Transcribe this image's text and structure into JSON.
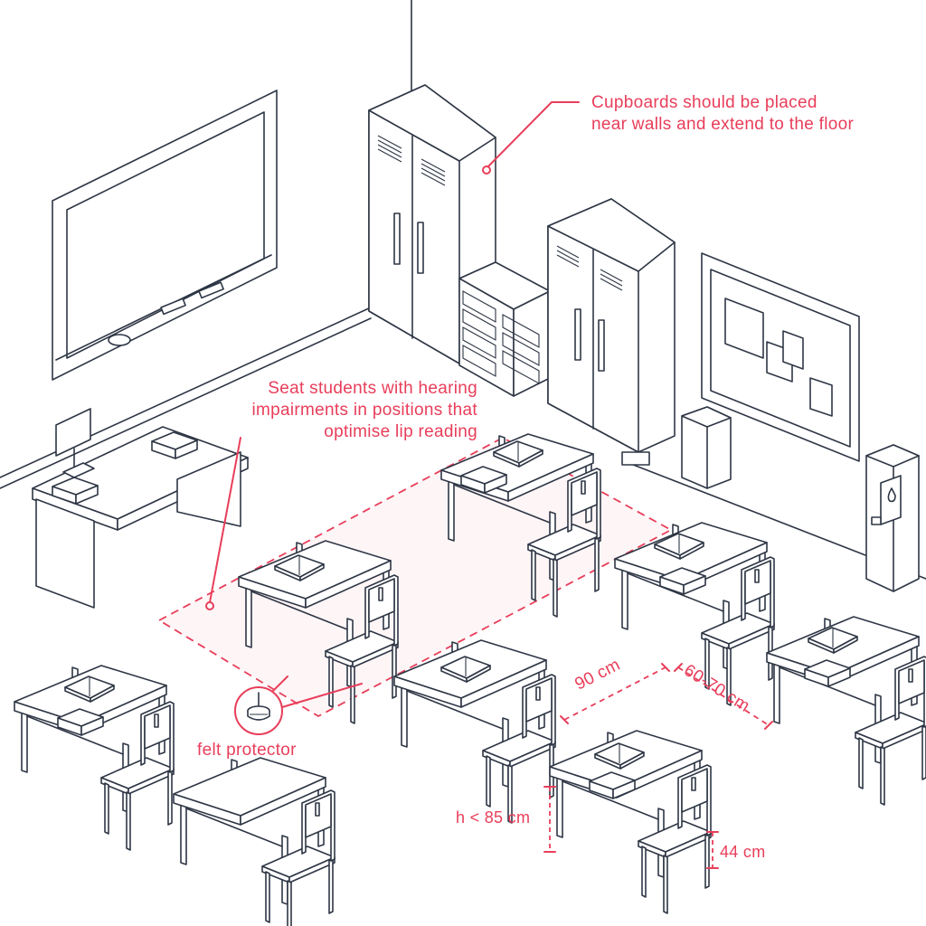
{
  "accent_color": "#e83e5a",
  "line_color": "#2e3645",
  "labels": {
    "cupboards_line1": "Cupboards should be placed",
    "cupboards_line2": "near walls and extend to the floor",
    "seat_line1": "Seat students with hearing",
    "seat_line2": "impairments in positions that",
    "seat_line3": "optimise lip reading",
    "felt": "felt protector",
    "dist_90": "90 cm",
    "dist_6070": "60-70 cm",
    "height_desk": "h < 85 cm",
    "height_chair": "44 cm"
  },
  "icons": [
    "water-drop-icon",
    "felt-protector-icon"
  ]
}
